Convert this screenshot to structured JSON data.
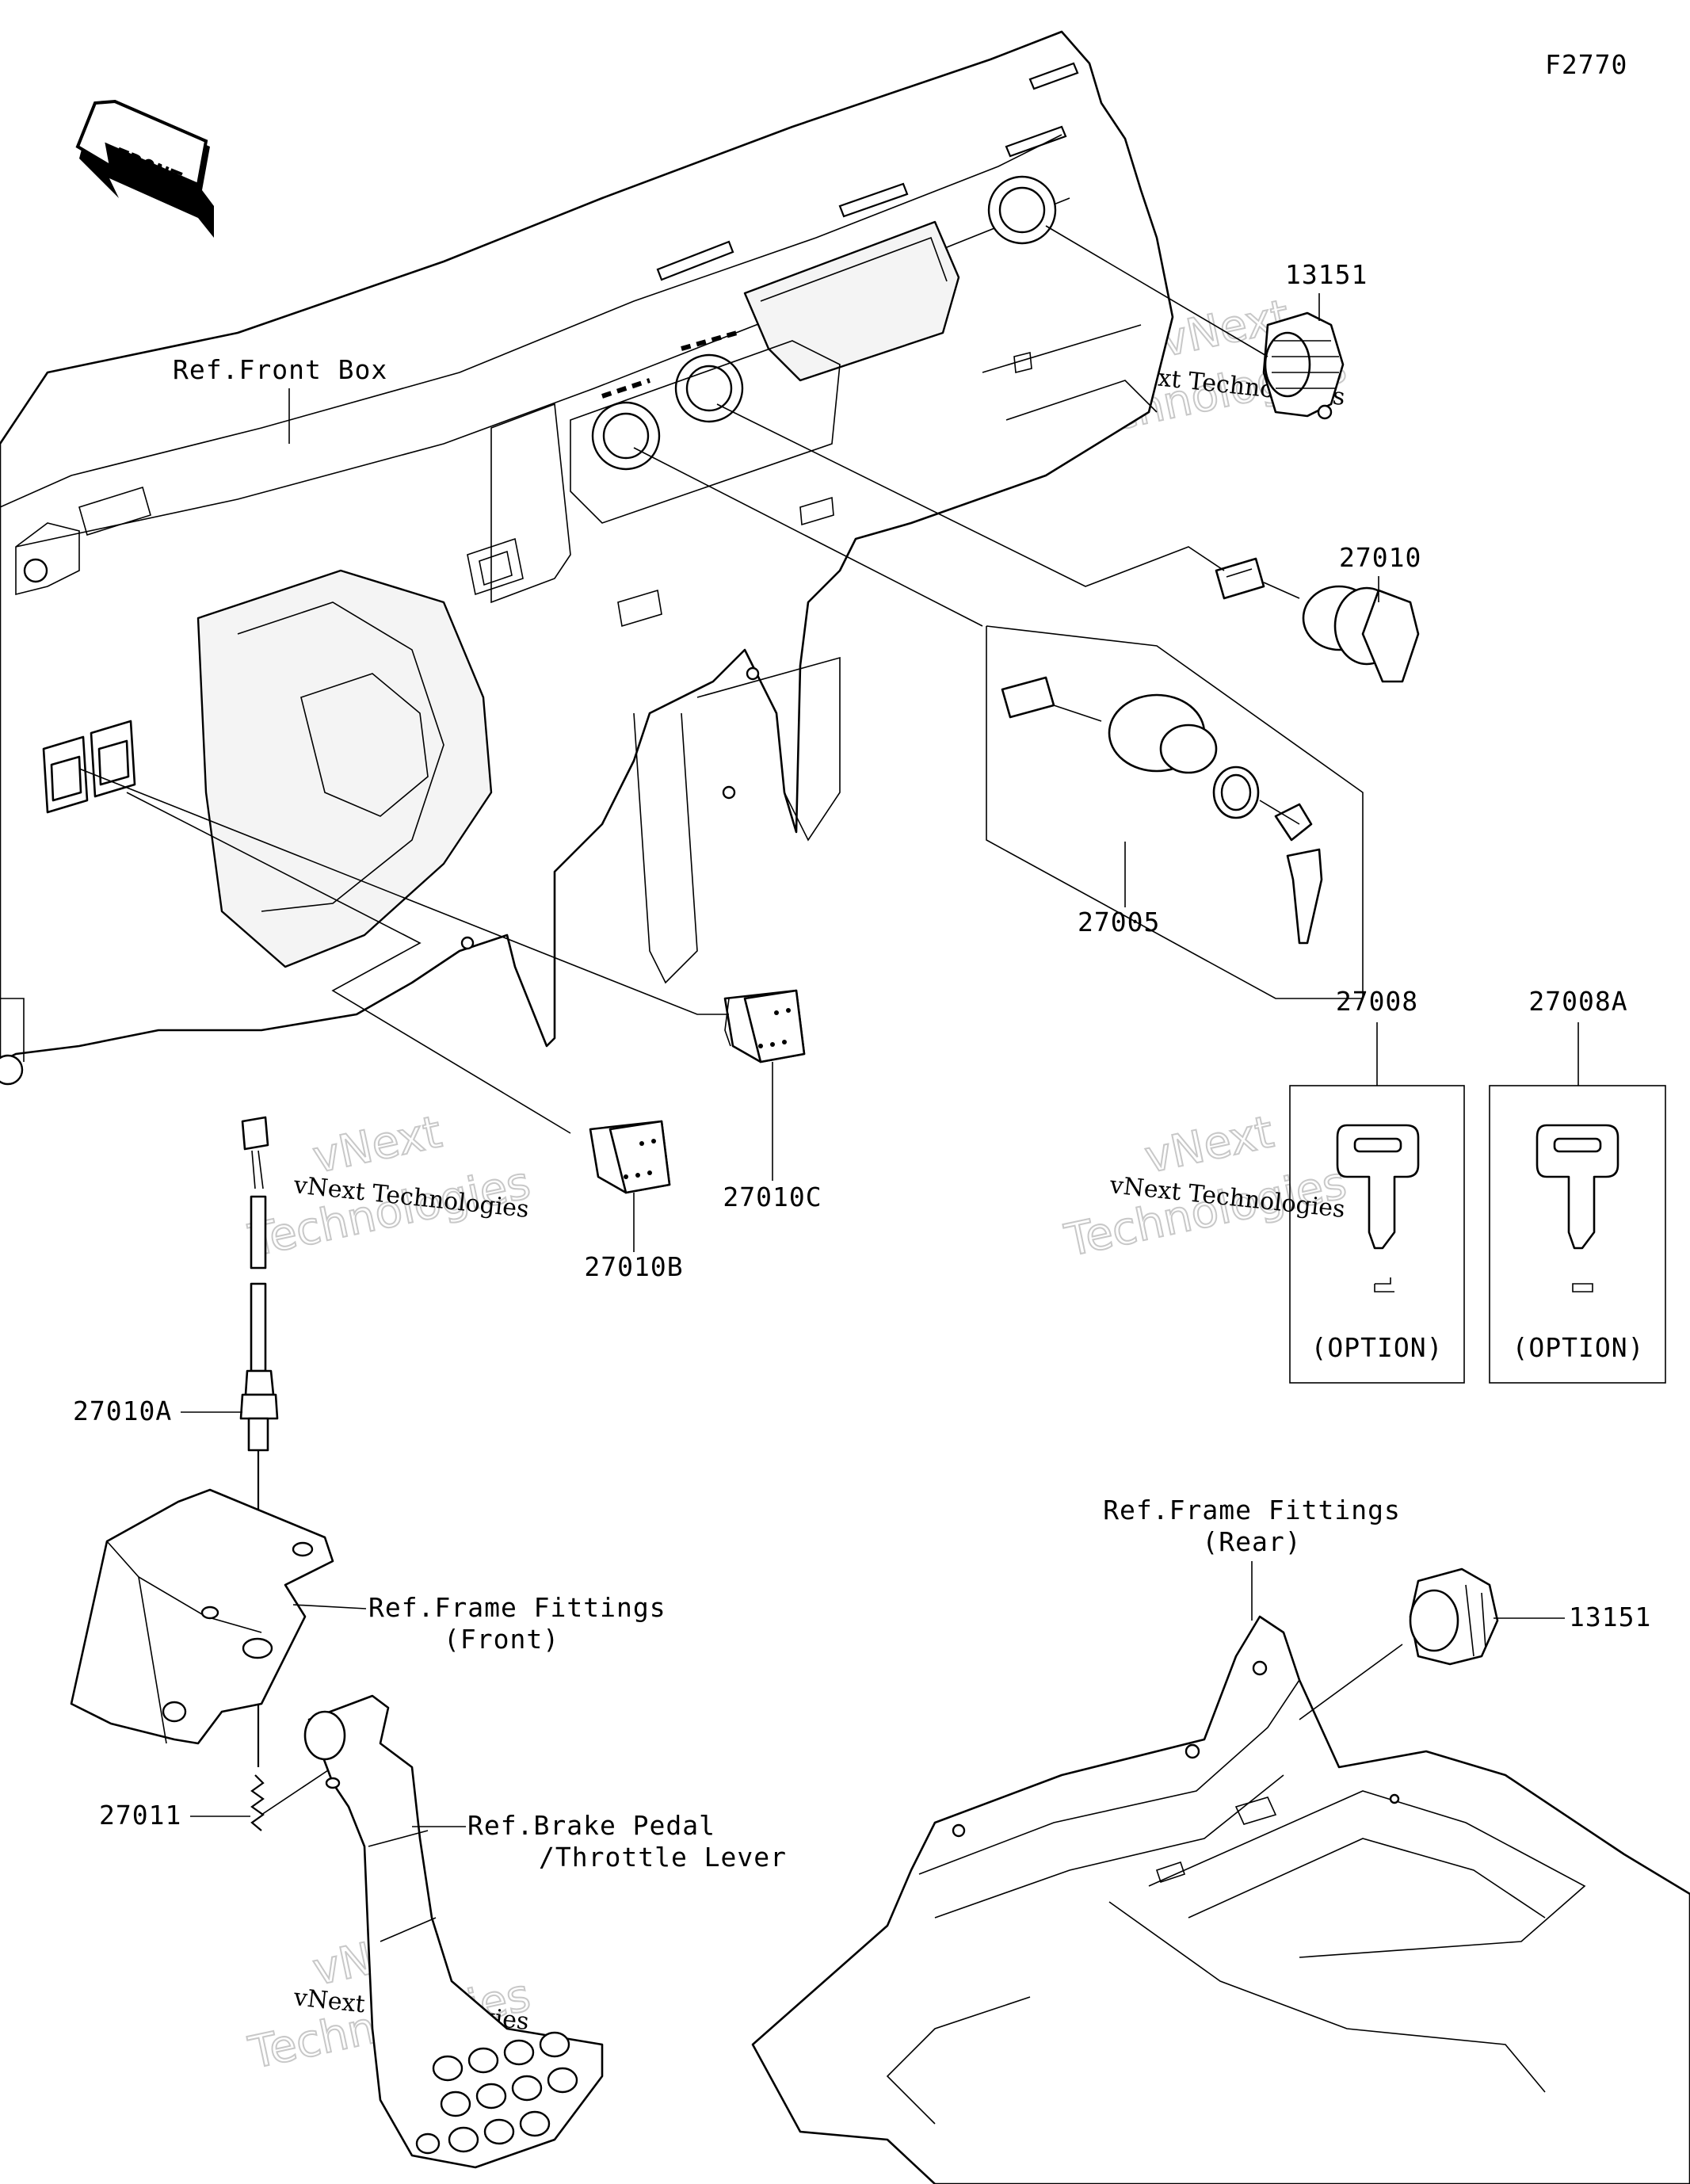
{
  "diagram": {
    "figure_code": "F2770",
    "front_arrow_label": "FRONT",
    "callouts": {
      "ref_front_box": "Ref.Front Box",
      "p13151_top": "13151",
      "p27010": "27010",
      "p27005": "27005",
      "p27008": "27008",
      "p27008a": "27008A",
      "option_a": "(OPTION)",
      "option_b": "(OPTION)",
      "p27010c": "27010C",
      "p27010b": "27010B",
      "p27010a": "27010A",
      "ref_frame_front_l1": "Ref.Frame Fittings",
      "ref_frame_front_l2": "(Front)",
      "p27011": "27011",
      "ref_brake_l1": "Ref.Brake Pedal",
      "ref_brake_l2": "/Throttle Lever",
      "ref_frame_rear_l1": "Ref.Frame Fittings",
      "ref_frame_rear_l2": "(Rear)",
      "p13151_bottom": "13151"
    },
    "watermark": {
      "line_small": "vNext Technologies",
      "big_1": "vNext",
      "big_2": "Technologies"
    }
  }
}
